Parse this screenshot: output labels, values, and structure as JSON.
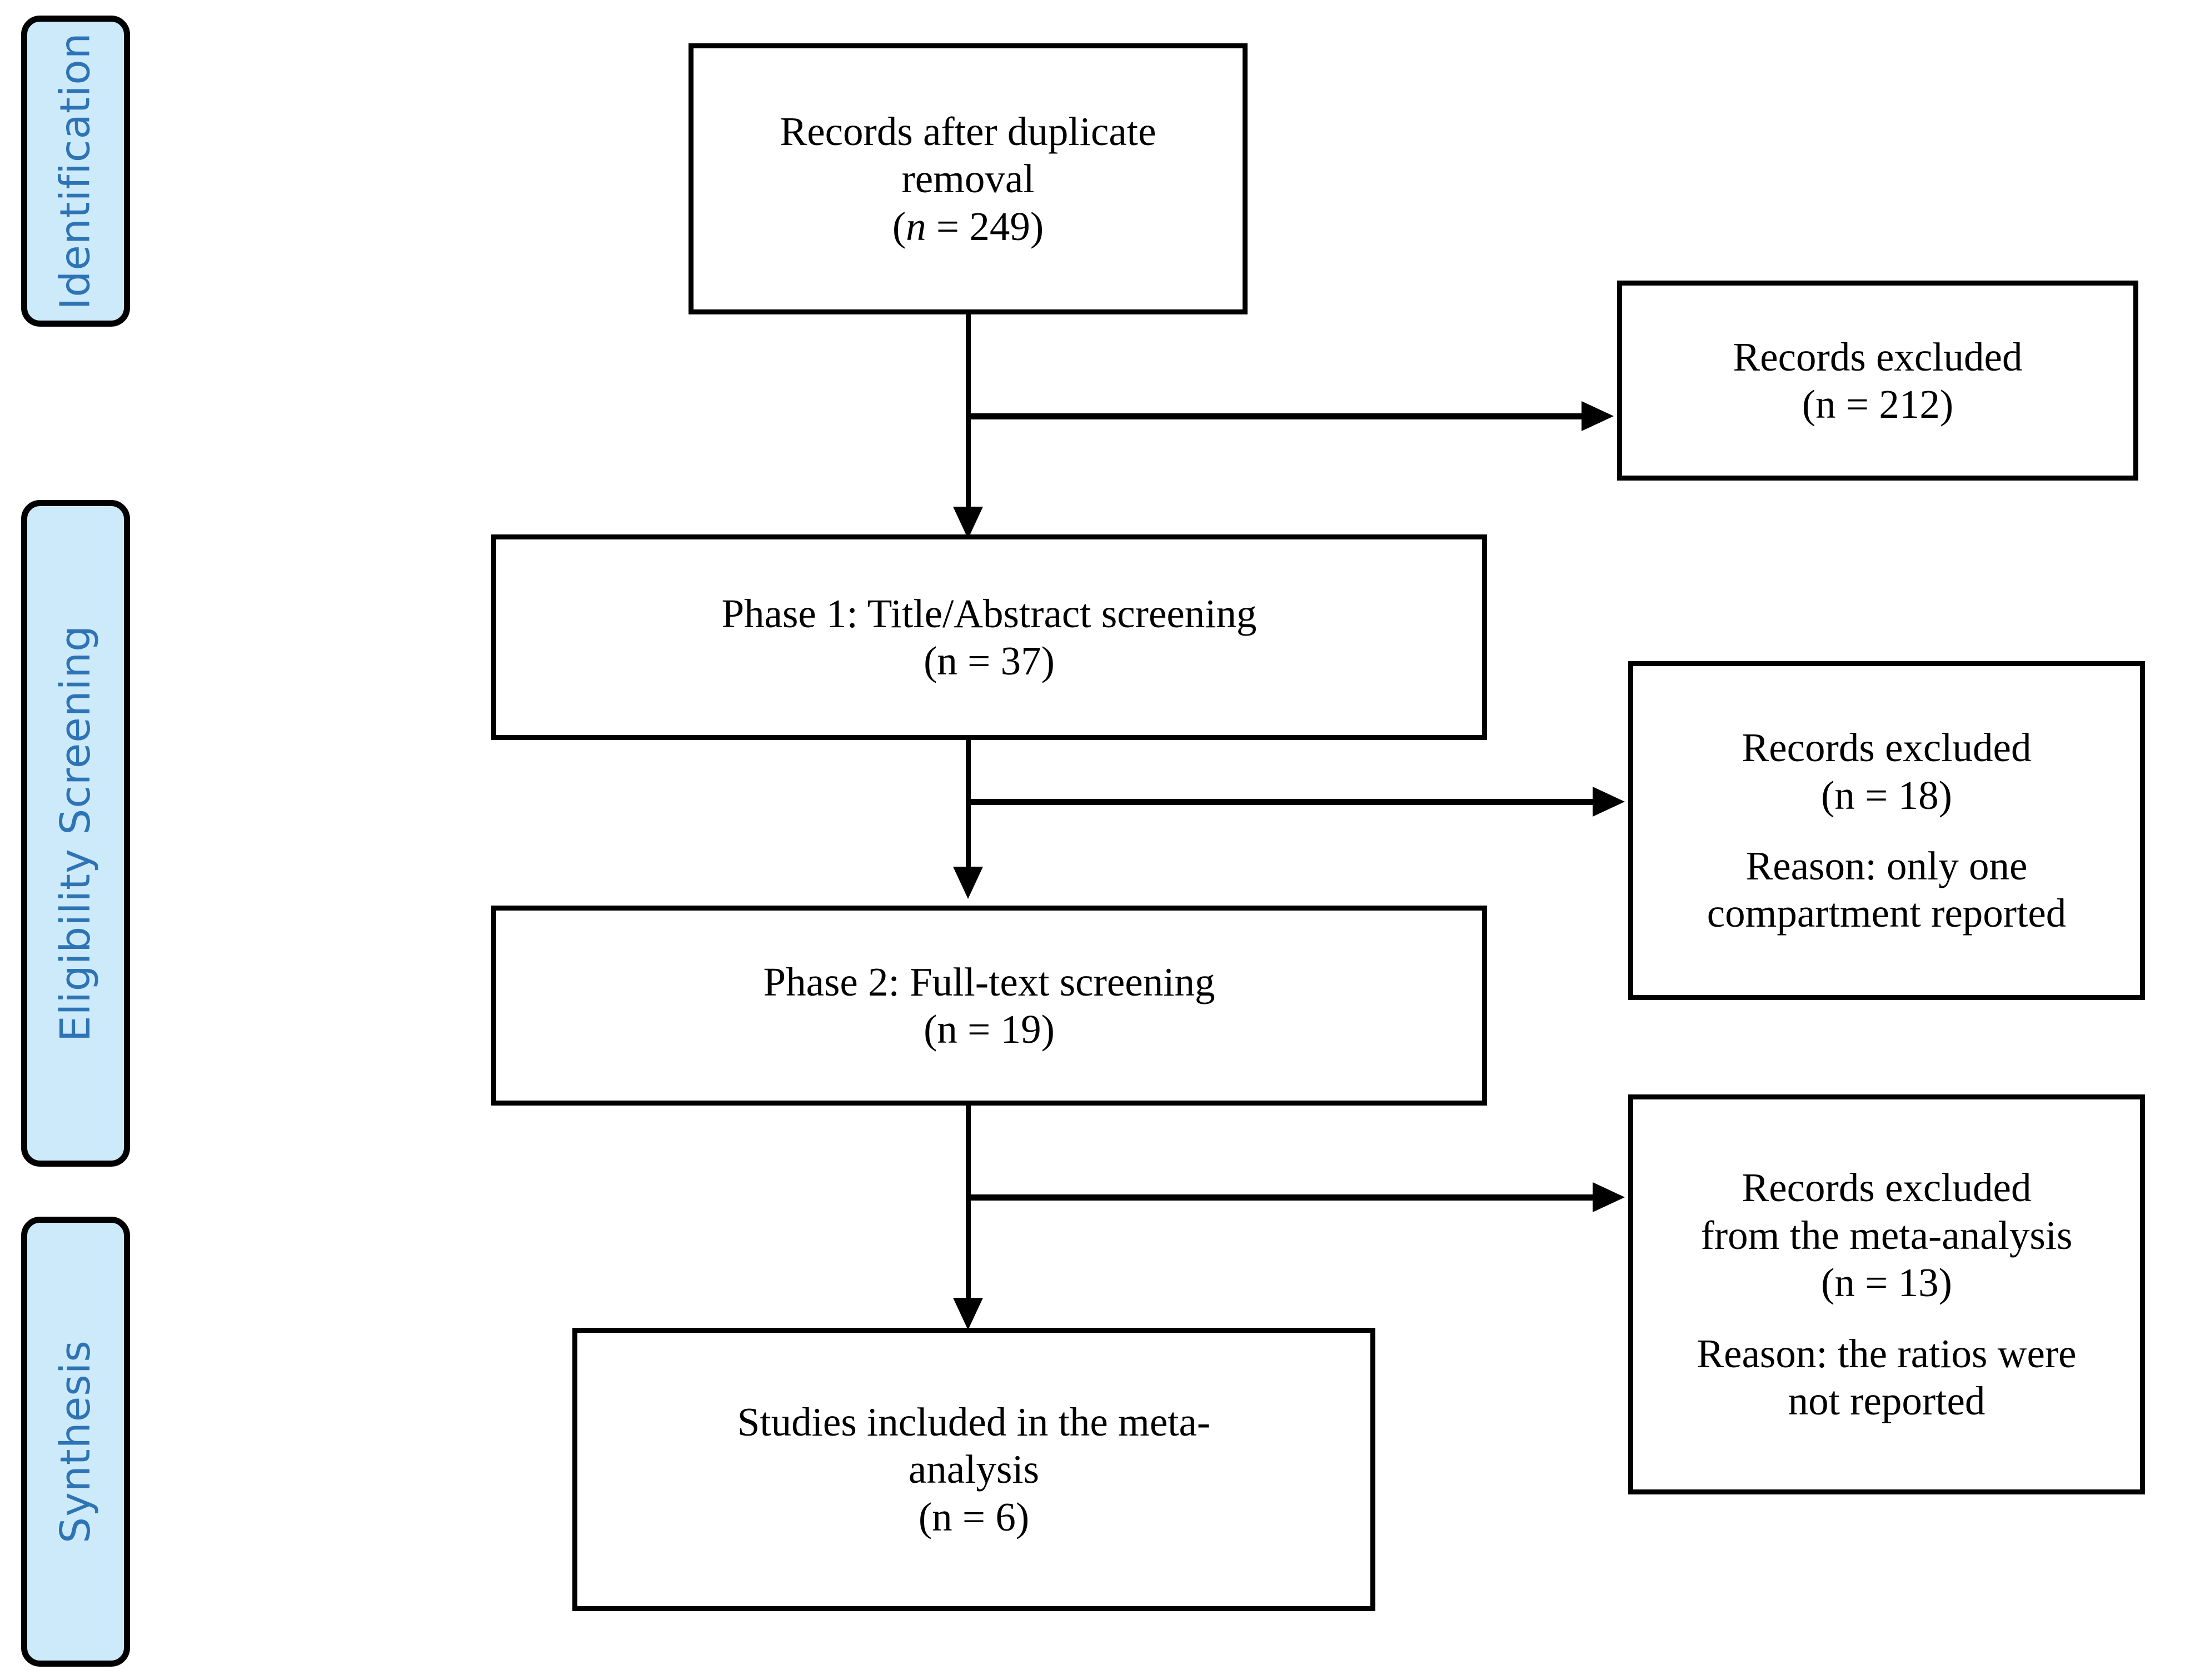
{
  "figure": {
    "type": "prisma-flow-diagram",
    "accent_blue": "#2e74b5",
    "rail_fill": "#cdeafb",
    "line_color": "#000000"
  },
  "rail": {
    "stages": [
      {
        "id": "identification",
        "label": "Identification"
      },
      {
        "id": "eligibility-screening",
        "label": "Eligibility Screening"
      },
      {
        "id": "synthesis",
        "label": "Synthesis"
      }
    ]
  },
  "flow": {
    "records_after_duplicate_removal": {
      "line1": "Records after duplicate",
      "line2": "removal",
      "count_open": "(",
      "count_n": "n",
      "count_rest": " = 249)"
    },
    "records_excluded_1": {
      "line1": "Records excluded",
      "line2": "(n = 212)"
    },
    "phase1": {
      "line1": "Phase 1: Title/Abstract screening",
      "line2": "(n = 37)"
    },
    "records_excluded_2": {
      "line1": "Records excluded",
      "line2": "(n = 18)",
      "line3": "Reason: only one",
      "line4": "compartment reported"
    },
    "phase2": {
      "line1": "Phase 2: Full-text screening",
      "line2": "(n = 19)"
    },
    "records_excluded_3": {
      "line1": "Records excluded",
      "line2": "from the meta-analysis",
      "line3": "(n = 13)",
      "line4": "Reason: the ratios were",
      "line5": "not reported"
    },
    "studies_included": {
      "line1": "Studies included in the meta-",
      "line2": "analysis",
      "line3": "(n = 6)"
    }
  },
  "chart_data": {
    "type": "diagram",
    "title": "PRISMA study selection flow",
    "nodes": [
      {
        "id": "records_after_duplicate_removal",
        "stage": "Identification",
        "label": "Records after duplicate removal",
        "n": 249
      },
      {
        "id": "records_excluded_1",
        "stage": "Identification",
        "label": "Records excluded",
        "n": 212
      },
      {
        "id": "phase1",
        "stage": "Eligibility Screening",
        "label": "Phase 1: Title/Abstract screening",
        "n": 37
      },
      {
        "id": "records_excluded_2",
        "stage": "Eligibility Screening",
        "label": "Records excluded",
        "n": 18,
        "reason": "only one compartment reported"
      },
      {
        "id": "phase2",
        "stage": "Eligibility Screening",
        "label": "Phase 2: Full-text screening",
        "n": 19
      },
      {
        "id": "records_excluded_3",
        "stage": "Eligibility Screening",
        "label": "Records excluded from the meta-analysis",
        "n": 13,
        "reason": "the ratios were not reported"
      },
      {
        "id": "studies_included",
        "stage": "Synthesis",
        "label": "Studies included in the meta-analysis",
        "n": 6
      }
    ],
    "edges": [
      {
        "from": "records_after_duplicate_removal",
        "to": "phase1",
        "direction": "down"
      },
      {
        "from": "records_after_duplicate_removal",
        "to": "records_excluded_1",
        "direction": "right"
      },
      {
        "from": "phase1",
        "to": "phase2",
        "direction": "down"
      },
      {
        "from": "phase1",
        "to": "records_excluded_2",
        "direction": "right"
      },
      {
        "from": "phase2",
        "to": "studies_included",
        "direction": "down"
      },
      {
        "from": "phase2",
        "to": "records_excluded_3",
        "direction": "right"
      }
    ]
  }
}
